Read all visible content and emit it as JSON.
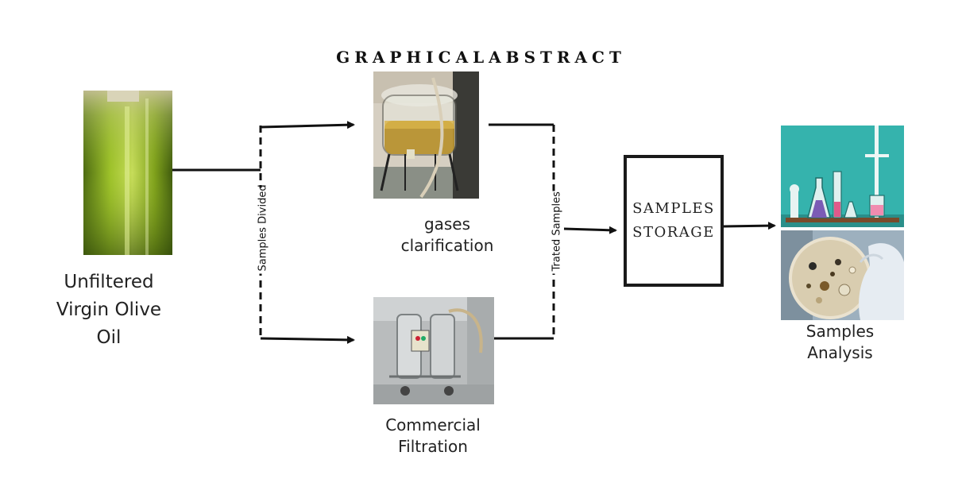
{
  "title": "GRAPHICALABSTRACT",
  "nodes": {
    "source": {
      "label": "Unfiltered\nVirgin Olive\nOil"
    },
    "gases": {
      "label": "gases\nclarification"
    },
    "filtration": {
      "label": "Commercial\nFiltration"
    },
    "storage": {
      "line1": "SAMPLES",
      "line2": "STORAGE"
    },
    "analysis": {
      "label": "Samples\nAnalysis"
    }
  },
  "connectors": {
    "divided": "Samples Divided",
    "treated": "Trated Samples"
  },
  "colors": {
    "olive_oil": "#7fa11b",
    "lab_background": "#35b3ad",
    "line": "#111111"
  },
  "icons": {
    "oil_bottle": "olive-oil-bottle-photo",
    "gas_vessel": "glass-vessel-photo",
    "filter_machine": "steel-filtration-machine-photo",
    "lab_glassware": "lab-glassware-illustration",
    "petri_dish": "petri-dish-photo"
  }
}
